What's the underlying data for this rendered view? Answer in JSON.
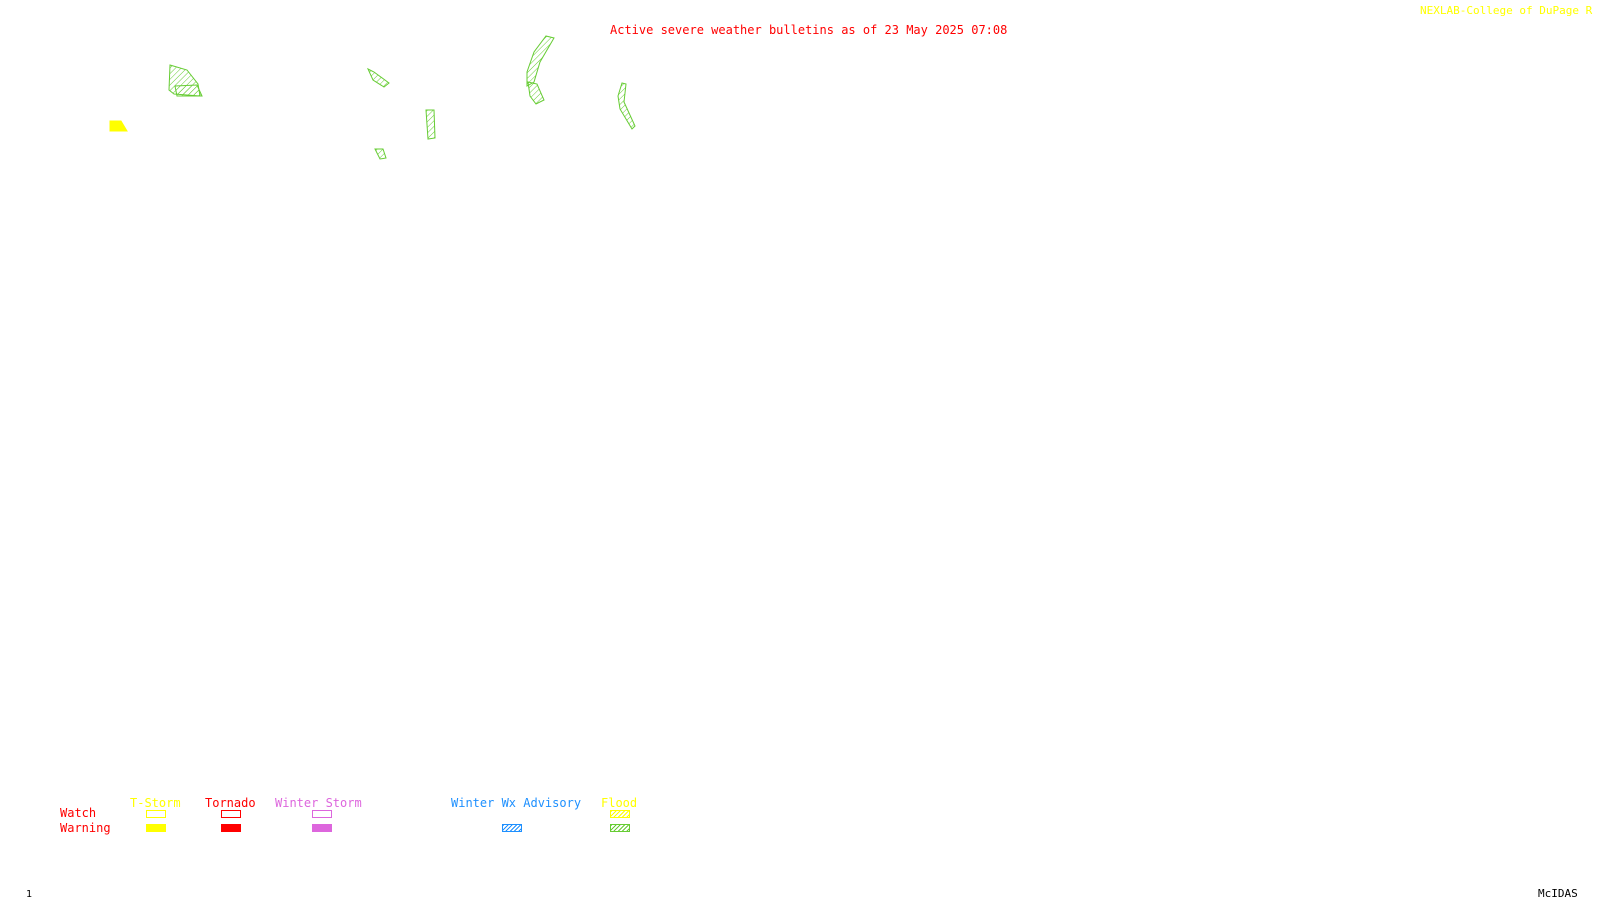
{
  "header": {
    "title": "Active severe weather bulletins as of 23 May 2025 07:08",
    "credit": "NEXLAB-College of DuPage R"
  },
  "legend": {
    "row_labels": {
      "watch": "Watch",
      "warning": "Warning"
    },
    "categories": [
      {
        "label": "T-Storm",
        "color": "#ffff00"
      },
      {
        "label": "Tornado",
        "color": "#ff0000"
      },
      {
        "label": "Winter Storm",
        "color": "#dd66dd"
      },
      {
        "label": "Winter Wx Advisory",
        "color": "#1e90ff"
      },
      {
        "label": "Flood",
        "color": "#ffff00",
        "warning_color": "#66cc33"
      }
    ]
  },
  "map": {
    "bulletin_types": {
      "flood_warning": {
        "color": "#66cc33",
        "style": "hatched"
      },
      "tstorm_warning": {
        "color": "#ffff00",
        "style": "filled"
      }
    }
  },
  "footer": {
    "frame_number": "1",
    "software": "McIDAS"
  }
}
